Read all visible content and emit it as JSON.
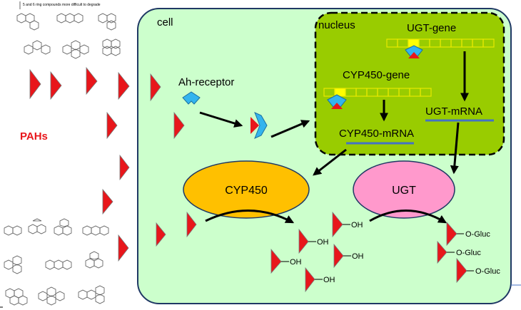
{
  "top_note": "5 and 6 ring compounds more difficult to degrade",
  "left_label": "PAHs",
  "cell": {
    "label": "cell",
    "ah_receptor": "Ah-receptor",
    "nucleus": {
      "label": "nucleus",
      "ugt_gene": "UGT-gene",
      "cyp_gene": "CYP450-gene",
      "ugt_mrna": "UGT-mRNA",
      "cyp_mrna": "CYP450-mRNA"
    },
    "enzymes": {
      "cyp450": "CYP450",
      "ugt": "UGT"
    },
    "products": {
      "hydroxyl": "OH",
      "glucuronide": "O-Gluc"
    }
  },
  "colors": {
    "cell_fill": "#ccffcc",
    "cell_border": "#1f3864",
    "nucleus_fill": "#99cc00",
    "pah": "#e8161b",
    "receptor": "#33b4ee",
    "gene_slot": "#ffff00",
    "cyp_ellipse": "#ffc000",
    "ugt_ellipse": "#ff99cc",
    "underline": "#4472c4",
    "pahs_text": "#e8161b"
  },
  "icons": [
    "pah-molecule-icon",
    "ah-receptor-icon",
    "polycyclic-ring-structure-icon"
  ]
}
